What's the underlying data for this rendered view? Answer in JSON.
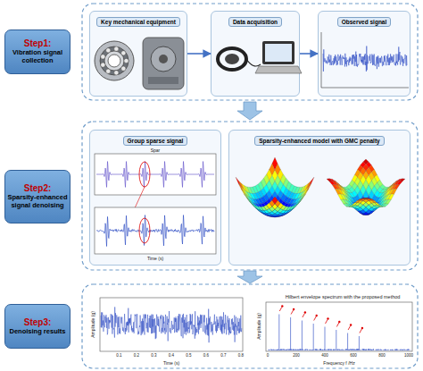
{
  "diagram": {
    "nodes": [
      {
        "text": [
          "Step1:",
          "Vibration signal collection"
        ]
      },
      {
        "text": [
          "Key mechanical equipment"
        ]
      },
      {
        "text": [
          "Data acquisition"
        ]
      },
      {
        "text": [
          "Observed signal"
        ]
      },
      {
        "text": [
          "Step2:",
          "Sparsity-enhanced signal denoising"
        ]
      },
      {
        "text": [
          "Group sparse signal"
        ]
      },
      {
        "text": [
          "Sparsity-enhanced model with GMC penalty"
        ]
      },
      {
        "text": [
          "Step3:",
          "Denoising results"
        ]
      }
    ],
    "edges": [
      {
        "from": 1,
        "to": 2,
        "arrow": "to"
      },
      {
        "from": 2,
        "to": 3,
        "arrow": "to"
      }
    ],
    "labels": [
      "Spar",
      "Time (s)",
      "Time (s)",
      "Amplitude (g)",
      "0.1",
      "0.2",
      "0.3",
      "0.4",
      "0.5",
      "0.6",
      "0.7",
      "0.8",
      "Hilbert envelope spectrum with the proposed method",
      "Amplitude (g)",
      "Frequency  f /Hz",
      "0",
      "200",
      "400",
      "600",
      "800",
      "1000"
    ]
  }
}
